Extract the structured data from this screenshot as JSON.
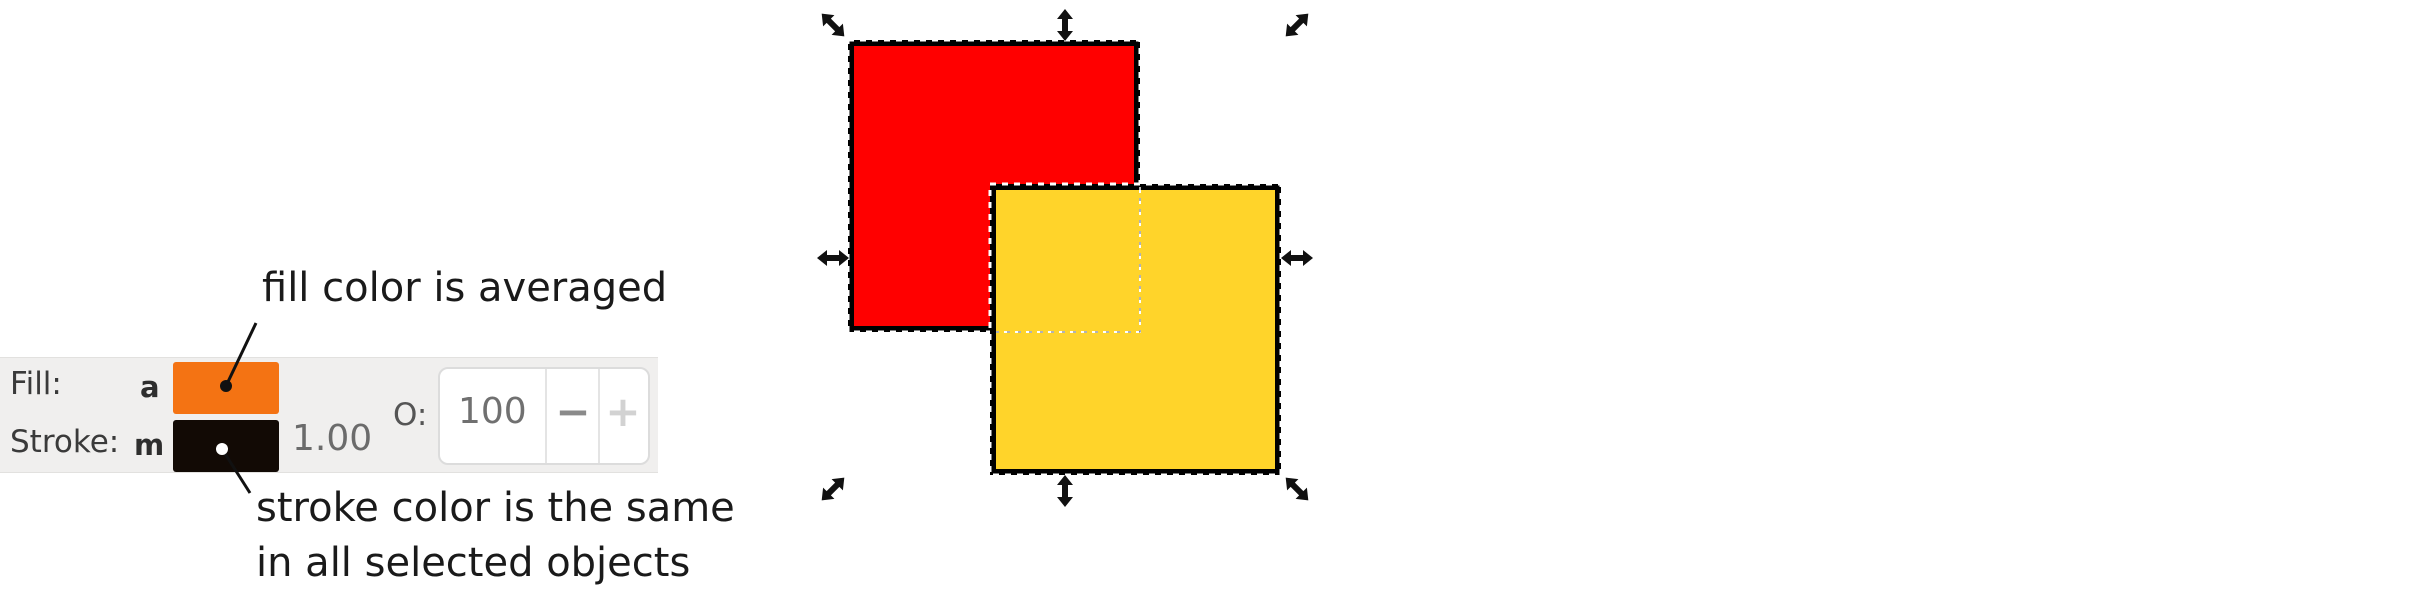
{
  "style_indicator": {
    "fill_label": "Fill:",
    "fill_flag": "a",
    "stroke_label": "Stroke:",
    "stroke_flag": "m",
    "fill_color": "#f47313",
    "stroke_color": "#120a05",
    "stroke_width": "1.00",
    "opacity_label": "O:",
    "opacity_value": "100",
    "decrement_glyph": "−",
    "increment_glyph": "+"
  },
  "callouts": {
    "fill": "fill color is averaged",
    "stroke_line1": "stroke color is the same",
    "stroke_line2": "in all selected objects"
  },
  "canvas": {
    "shapes": [
      {
        "name": "red-square",
        "fill": "#ff0000",
        "stroke": "#000000"
      },
      {
        "name": "yellow-square",
        "fill": "#ffd42a",
        "stroke": "#000000"
      }
    ],
    "selection_handles": [
      "scale-arrow-nw-icon",
      "scale-arrow-n-icon",
      "scale-arrow-ne-icon",
      "scale-arrow-w-icon",
      "scale-arrow-e-icon",
      "scale-arrow-sw-icon",
      "scale-arrow-s-icon",
      "scale-arrow-se-icon"
    ]
  }
}
